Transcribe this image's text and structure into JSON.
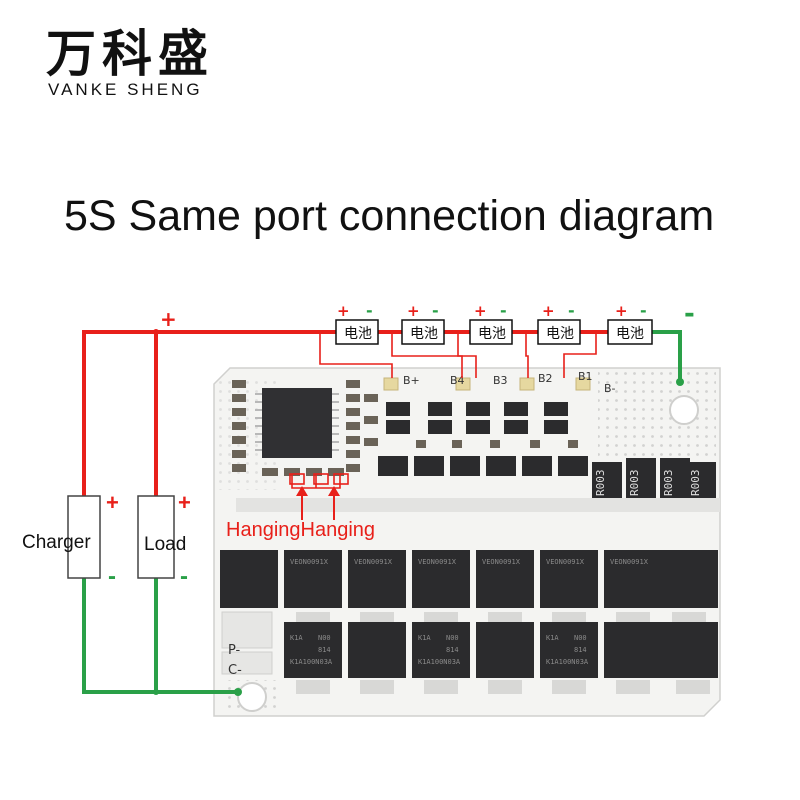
{
  "brand": {
    "name_cn": "万科盛",
    "name_en": "VANKE SHENG"
  },
  "title": "5S Same port connection diagram",
  "diagram": {
    "top_plus": "+",
    "cells": [
      {
        "label": "电池",
        "plus": "+",
        "minus": "-"
      },
      {
        "label": "电池",
        "plus": "+",
        "minus": "-"
      },
      {
        "label": "电池",
        "plus": "+",
        "minus": "-"
      },
      {
        "label": "电池",
        "plus": "+",
        "minus": "-"
      },
      {
        "label": "电池",
        "plus": "+",
        "minus": "-"
      }
    ],
    "pack_minus": "-",
    "board_labels": {
      "b_plus": "B+",
      "b4": "B4",
      "b3": "B3",
      "b2": "B2",
      "b1": "B1",
      "b_minus": "B-",
      "p_minus": "P-",
      "c_minus": "C-"
    },
    "charger": {
      "label": "Charger",
      "plus": "+",
      "minus": "-"
    },
    "load": {
      "label": "Load",
      "plus": "+",
      "minus": "-"
    },
    "hanging_note": "HangingHanging",
    "resistor_marks": [
      "R003",
      "R003",
      "R003",
      "R003"
    ],
    "chip_marks": {
      "top_row": "VEON0091X",
      "bottom_row_a": "K1A",
      "bottom_row_b": "N00",
      "bottom_row_c": "814",
      "bottom_row_d": "K1A100N03A"
    },
    "colors": {
      "positive_wire": "#e8201a",
      "negative_wire": "#2aa048",
      "board": "#f4f4f2",
      "chip": "#2b2b2d",
      "annotation": "#e8201a"
    }
  }
}
